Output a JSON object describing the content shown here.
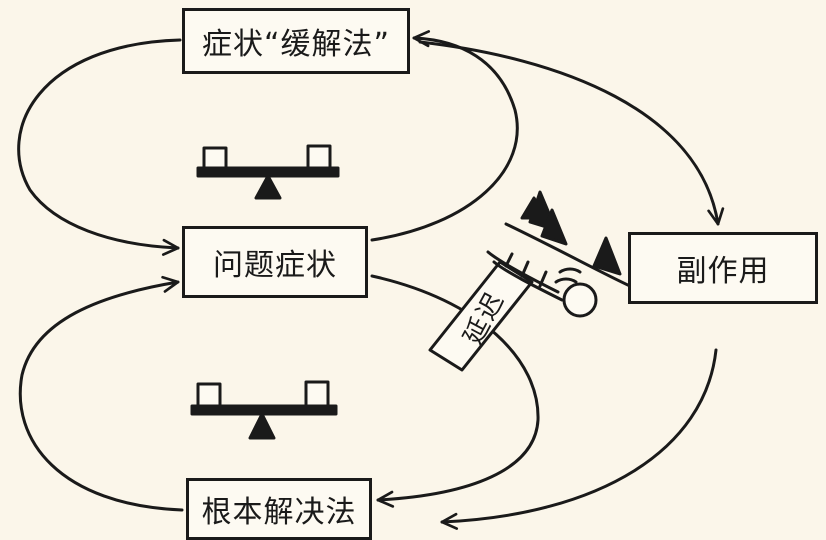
{
  "diagram": {
    "nodes": {
      "symptomatic_solution": "症状“缓解法”",
      "problem_symptom": "问题症状",
      "fundamental_solution": "根本解决法",
      "side_effect": "副作用"
    },
    "delay_label": "延迟",
    "stroke_color": "#1a1a1a",
    "background_color": "#fbf6ea"
  }
}
